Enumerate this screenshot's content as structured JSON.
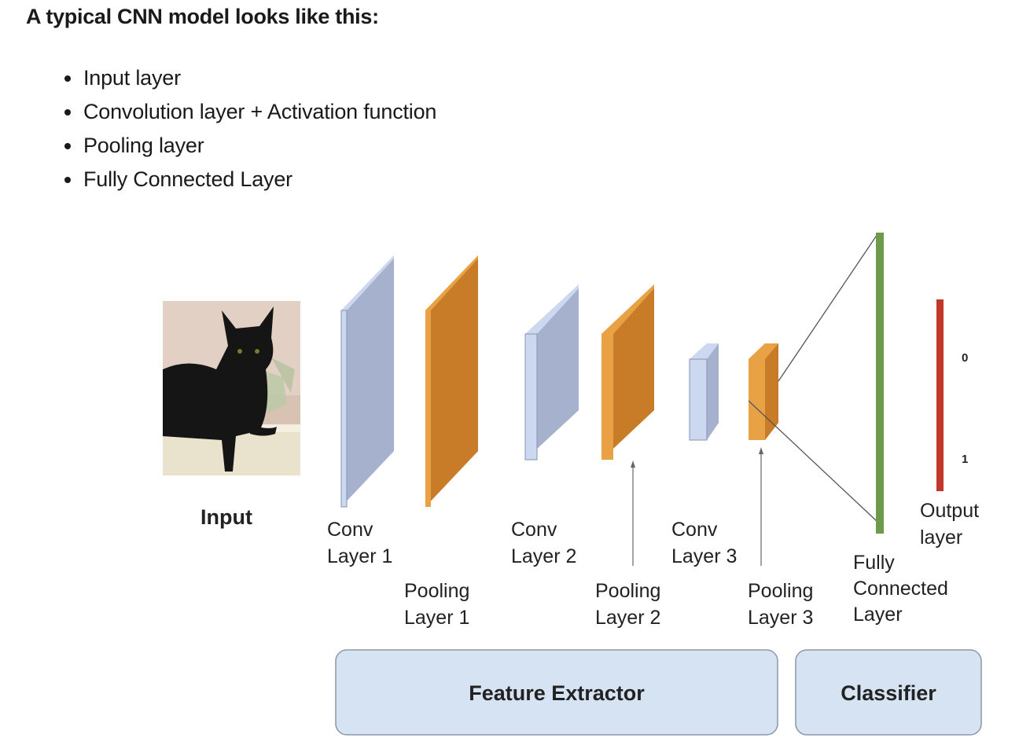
{
  "heading": "A typical CNN model looks like this:",
  "bullets": [
    "Input layer",
    "Convolution layer + Activation function",
    "Pooling layer",
    "Fully Connected Layer"
  ],
  "diagram": {
    "input_label": "Input",
    "layers": {
      "conv1": [
        "Conv",
        "Layer 1"
      ],
      "pool1": [
        "Pooling",
        "Layer 1"
      ],
      "conv2": [
        "Conv",
        "Layer 2"
      ],
      "pool2": [
        "Pooling",
        "Layer 2"
      ],
      "conv3": [
        "Conv",
        "Layer 3"
      ],
      "pool3": [
        "Pooling",
        "Layer 3"
      ],
      "fc": [
        "Fully",
        "Connected",
        "Layer"
      ],
      "output": [
        "Output",
        "layer"
      ]
    },
    "output_ticks": [
      "0",
      "1"
    ],
    "groups": {
      "feature_extractor": "Feature Extractor",
      "classifier": "Classifier"
    },
    "colors": {
      "conv_front": "#a6b2cd",
      "conv_edge": "#cbd8f0",
      "pool_front": "#c97c27",
      "pool_edge": "#e8a245",
      "fc": "#6e9a4c",
      "output": "#c2372b",
      "group_fill": "#d6e3f3",
      "group_stroke": "#8a97a8"
    }
  }
}
